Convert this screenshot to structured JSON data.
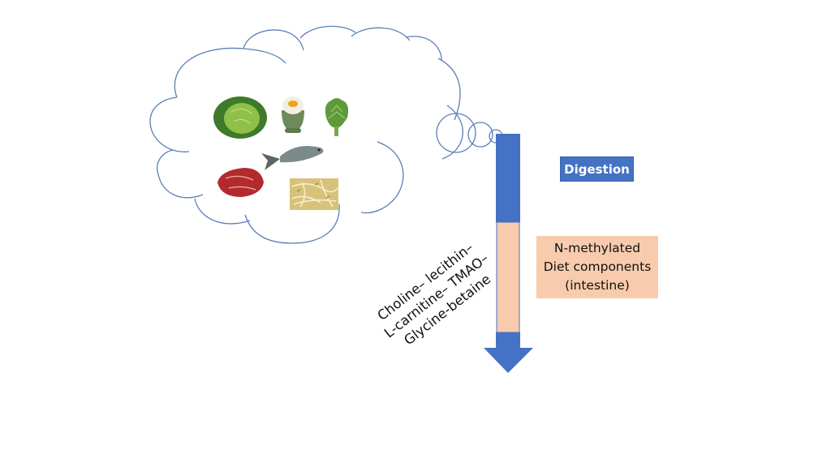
{
  "diagram": {
    "thought_cloud": {
      "foods": [
        {
          "name": "savoy cabbage"
        },
        {
          "name": "boiled egg in egg cup"
        },
        {
          "name": "artichoke"
        },
        {
          "name": "fish"
        },
        {
          "name": "raw beef steak"
        },
        {
          "name": "bean sprouts"
        }
      ]
    },
    "arrow": {
      "color": "#4472c4",
      "segment_color": "#f8cbad"
    },
    "labels": {
      "digestion": "Digestion",
      "n_methylated": [
        "N-methylated",
        "Diet components",
        "(intestine)"
      ],
      "compounds": [
        "Choline– lecithin–",
        "L-carnitine– TMAO–",
        "Glycine-betaine"
      ]
    },
    "colors": {
      "cloud_outline": "#5b7fb8",
      "digestion_box": "#4472c4",
      "n_methylated_box": "#f8cbad"
    }
  }
}
